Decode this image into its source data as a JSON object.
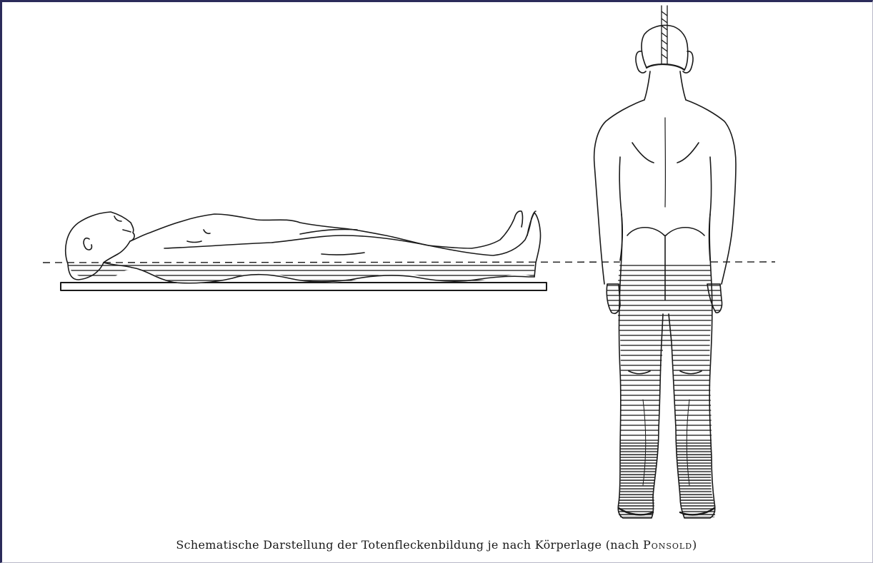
{
  "caption": {
    "text": "Schematische Darstellung der Totenfleckenbildung je nach Körperlage (nach ",
    "author": "Ponsold",
    "closing": ")"
  },
  "colors": {
    "ink": "#1a1a1a",
    "frame": "#2b2b5a",
    "background": "#ffffff"
  },
  "figures": [
    {
      "name": "supine-body",
      "pose": "lying on back on a board"
    },
    {
      "name": "hanging-body",
      "pose": "upright, suspended by a rope, viewed from behind"
    }
  ]
}
